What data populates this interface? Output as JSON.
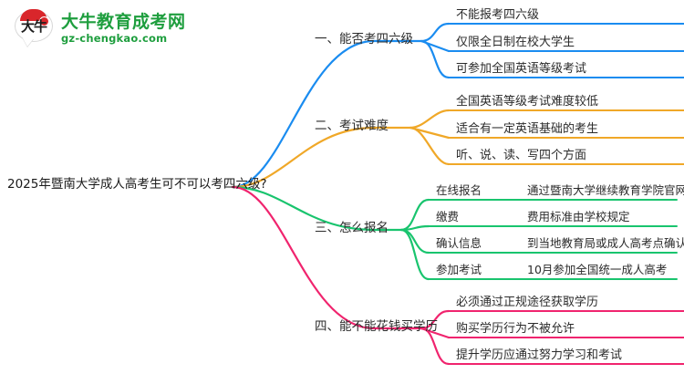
{
  "logo": {
    "mark_text": "大牛",
    "title": "大牛教育成考网",
    "subtitle": "gz-chengkao.com",
    "brand_green": "#1e9e3e",
    "brand_red": "#d9262b"
  },
  "mindmap": {
    "root": {
      "text": "2025年暨南大学成人高考生可不可以考四六级?"
    },
    "branches": [
      {
        "index": "1",
        "label": "一、能否考四六级",
        "color": "#1a8cf0",
        "children": [
          {
            "label": "不能报考四六级",
            "detail": ""
          },
          {
            "label": "仅限全日制在校大学生",
            "detail": ""
          },
          {
            "label": "可参加全国英语等级考试",
            "detail": ""
          }
        ]
      },
      {
        "index": "2",
        "label": "二、考试难度",
        "color": "#f0a828",
        "children": [
          {
            "label": "全国英语等级考试难度较低",
            "detail": ""
          },
          {
            "label": "适合有一定英语基础的考生",
            "detail": ""
          },
          {
            "label": "听、说、读、写四个方面",
            "detail": ""
          }
        ]
      },
      {
        "index": "3",
        "label": "三、怎么报名",
        "color": "#19c46e",
        "children": [
          {
            "label": "在线报名",
            "detail": "通过暨南大学继续教育学院官网"
          },
          {
            "label": "缴费",
            "detail": "费用标准由学校规定"
          },
          {
            "label": "确认信息",
            "detail": "到当地教育局或成人高考点确认"
          },
          {
            "label": "参加考试",
            "detail": "10月参加全国统一成人高考"
          }
        ]
      },
      {
        "index": "4",
        "label": "四、能不能花钱买学历",
        "color": "#f0246e",
        "children": [
          {
            "label": "必须通过正规途径获取学历",
            "detail": ""
          },
          {
            "label": "购买学历行为不被允许",
            "detail": ""
          },
          {
            "label": "提升学历应通过努力学习和考试",
            "detail": ""
          }
        ]
      }
    ]
  }
}
